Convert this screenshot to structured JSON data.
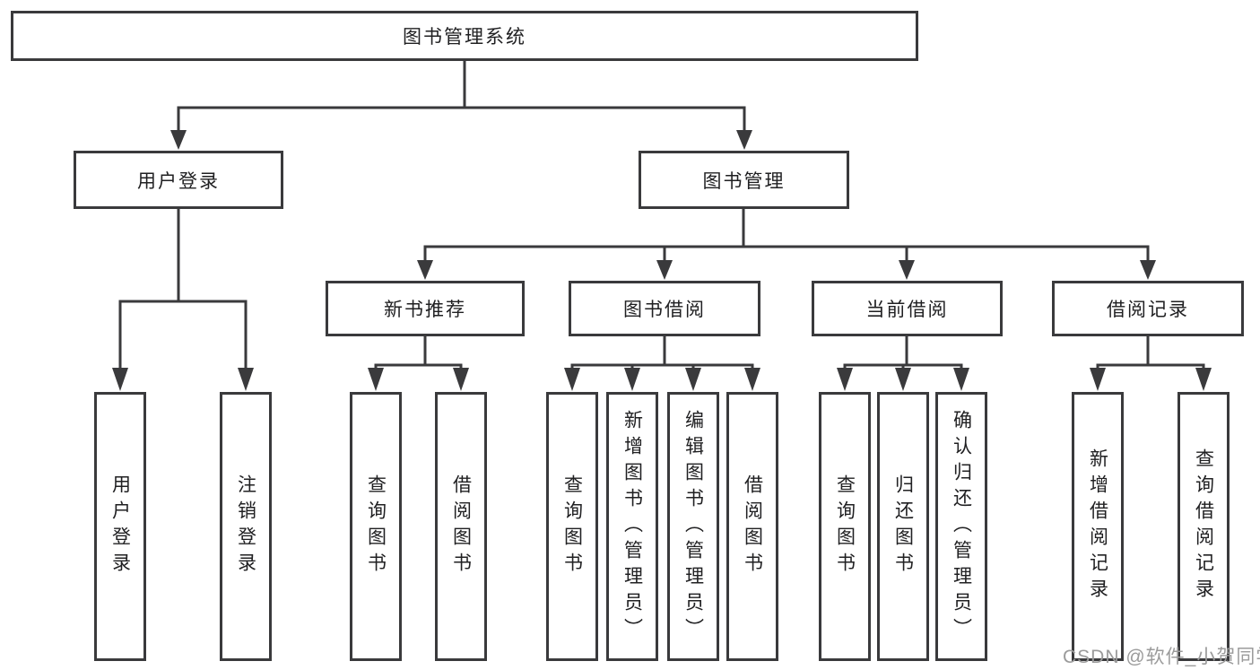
{
  "tree": {
    "label": "图书管理系统",
    "children": [
      {
        "label": "用户登录",
        "children": [
          {
            "label": "用户登录"
          },
          {
            "label": "注销登录"
          }
        ]
      },
      {
        "label": "图书管理",
        "children": [
          {
            "label": "新书推荐",
            "children": [
              {
                "label": "查询图书"
              },
              {
                "label": "借阅图书"
              }
            ]
          },
          {
            "label": "图书借阅",
            "children": [
              {
                "label": "查询图书"
              },
              {
                "label": "新增图书（管理员）"
              },
              {
                "label": "编辑图书（管理员）"
              },
              {
                "label": "借阅图书"
              }
            ]
          },
          {
            "label": "当前借阅",
            "children": [
              {
                "label": "查询图书"
              },
              {
                "label": "归还图书"
              },
              {
                "label": "确认归还（管理员）"
              }
            ]
          },
          {
            "label": "借阅记录",
            "children": [
              {
                "label": "新增借阅记录"
              },
              {
                "label": "查询借阅记录"
              }
            ]
          }
        ]
      }
    ]
  },
  "watermark": {
    "text": "CSDN @软件_小贺同学"
  },
  "colors": {
    "line": "#3a3a3c",
    "text": "#202022",
    "watermark": "#9b9b9b",
    "background": "#ffffff"
  }
}
